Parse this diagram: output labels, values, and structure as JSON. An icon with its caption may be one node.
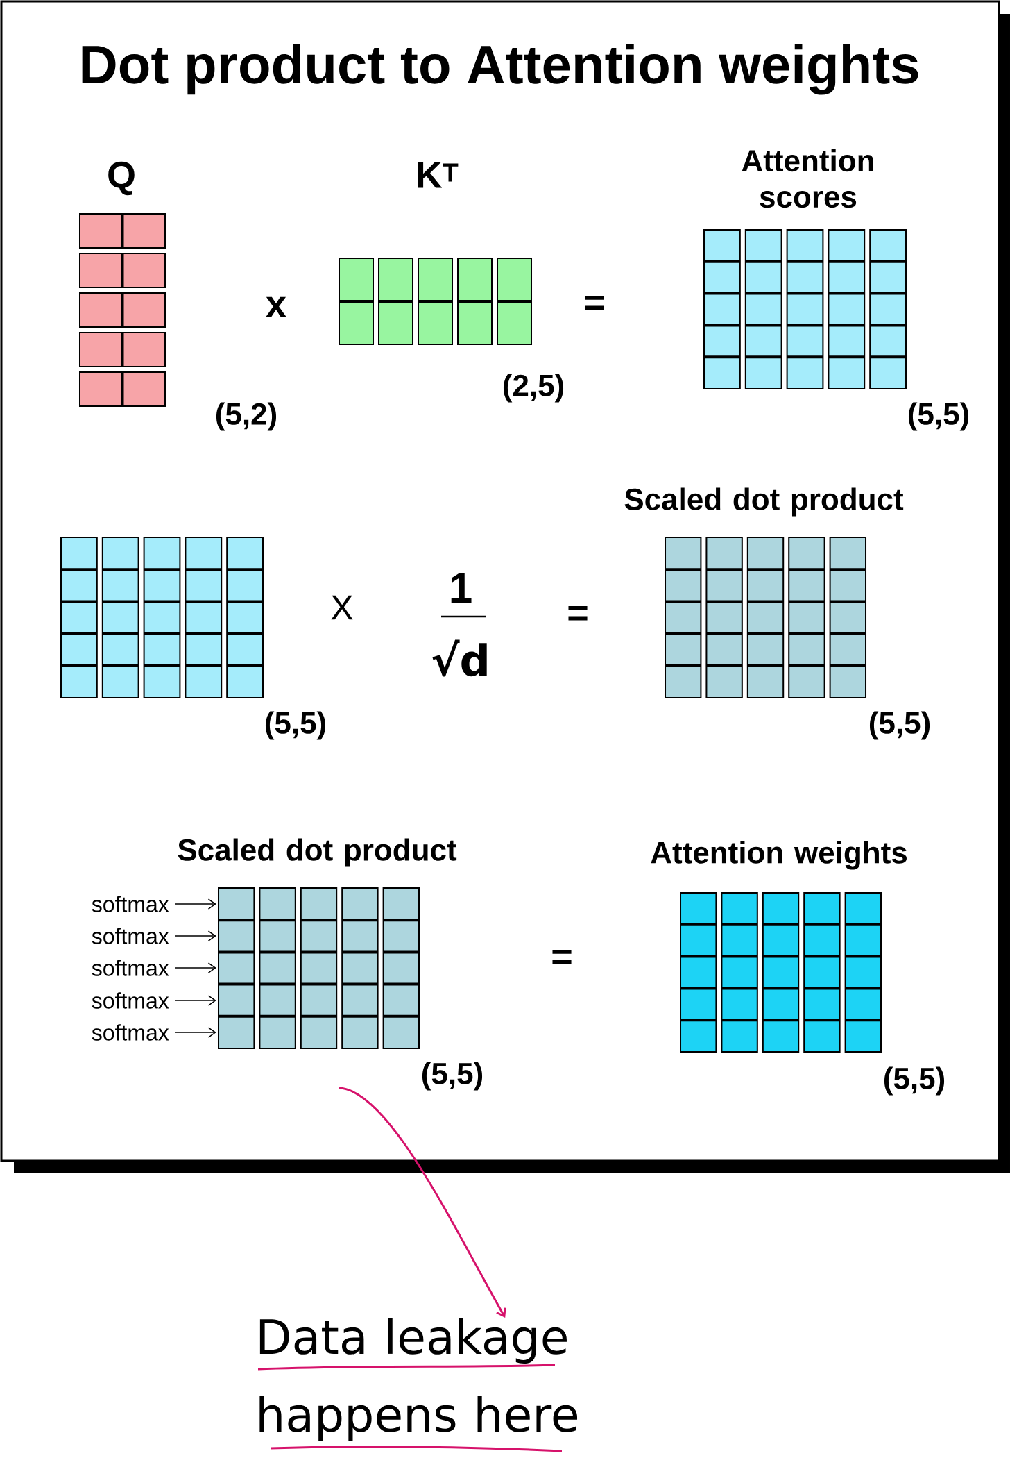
{
  "diagram": {
    "title": "Dot product to Attention weights",
    "nodes": [
      {
        "text": [
          "Q"
        ],
        "beside": [
          "(5,2)"
        ]
      },
      {
        "text": [
          "K$^{T}$"
        ],
        "beside": [
          "(2,5)"
        ]
      },
      {
        "text": [
          "Attention scores"
        ],
        "beside": [
          "(5,5)"
        ]
      },
      {
        "text": [],
        "shape": "box",
        "beside": [
          "(5,5)"
        ]
      },
      {
        "text": [
          "Scaled dot product"
        ],
        "beside": [
          "(5,5)"
        ]
      },
      {
        "text": [
          "Scaled dot product"
        ],
        "beside": [
          "(5,5)"
        ]
      },
      {
        "text": [
          "softmax"
        ]
      },
      {
        "text": [
          "softmax"
        ]
      },
      {
        "text": [
          "softmax"
        ]
      },
      {
        "text": [
          "softmax"
        ]
      },
      {
        "text": [
          "softmax"
        ]
      },
      {
        "text": [
          "Attention weights"
        ],
        "beside": [
          "(5,5)"
        ]
      },
      {
        "text": [
          "Data leakage happens here"
        ]
      }
    ],
    "edges": [
      {
        "from": 6,
        "to": 5,
        "arrow": "to"
      },
      {
        "from": 7,
        "to": 5,
        "arrow": "to"
      },
      {
        "from": 8,
        "to": 5,
        "arrow": "to"
      },
      {
        "from": 9,
        "to": 5,
        "arrow": "to"
      },
      {
        "from": 10,
        "to": 5,
        "arrow": "to"
      },
      {
        "from": null,
        "to": 12,
        "arrow": "to",
        "color": "#d6126b"
      }
    ],
    "labels": [
      "x",
      "=",
      "X",
      "1",
      "√d",
      "=",
      "="
    ]
  }
}
